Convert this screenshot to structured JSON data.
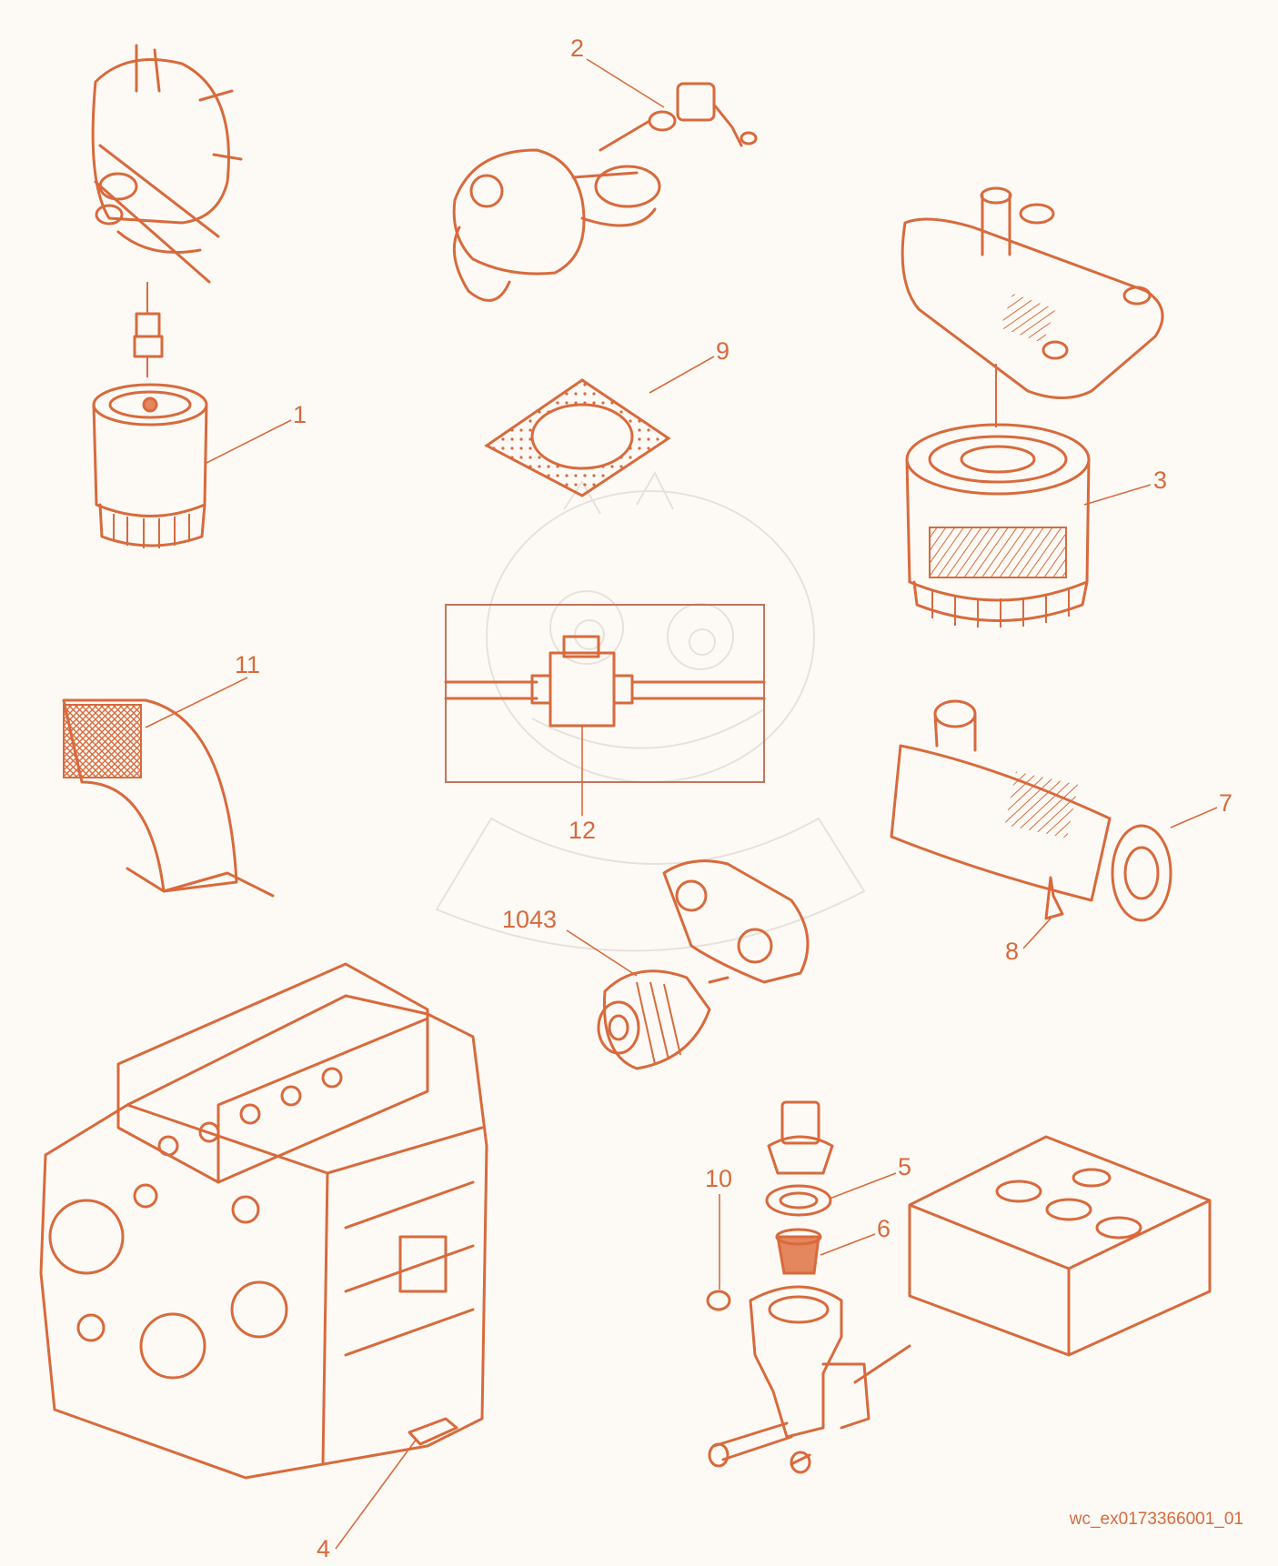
{
  "callouts": [
    "1",
    "2",
    "3",
    "4",
    "5",
    "6",
    "7",
    "8",
    "9",
    "10",
    "11",
    "12",
    "1043"
  ],
  "image_code": "wc_ex0173366001_01",
  "colors": {
    "line": "#d86a3c",
    "background": "#fdfaf6",
    "watermark": "#e8e1da"
  }
}
